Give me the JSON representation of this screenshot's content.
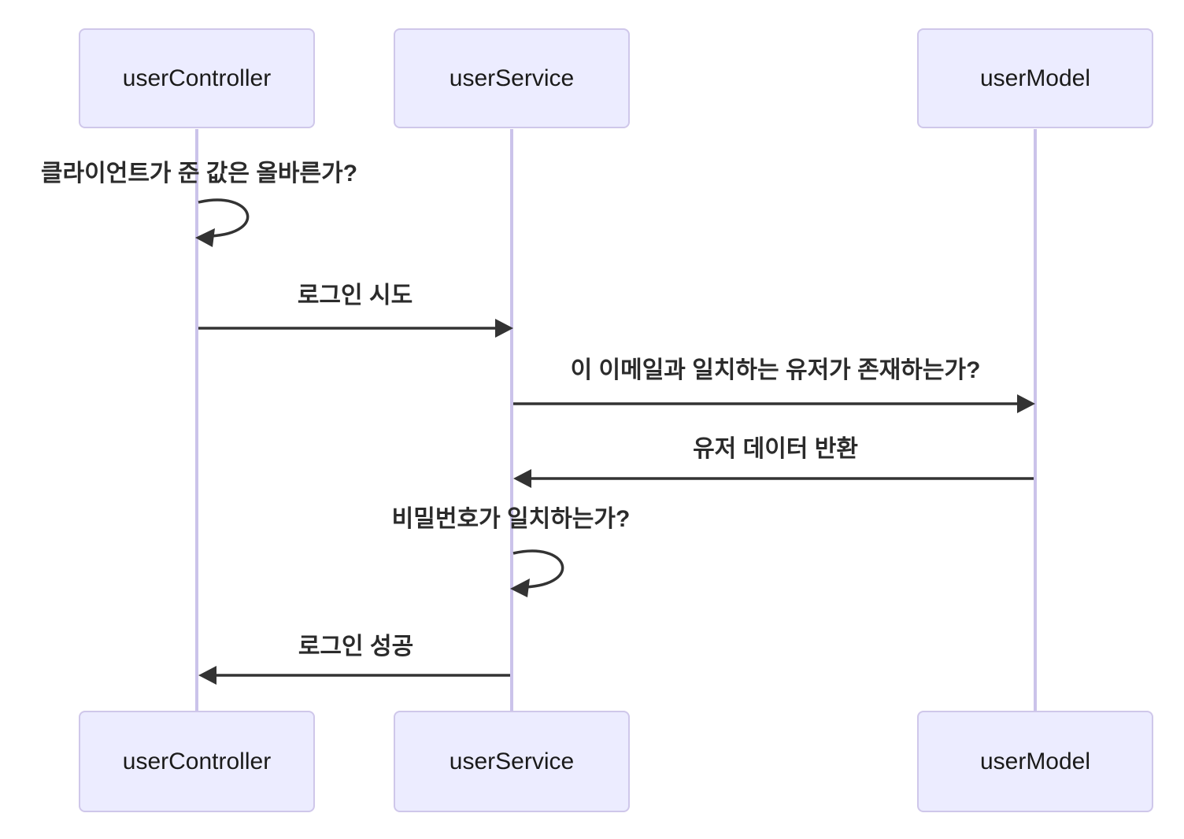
{
  "diagram": {
    "type": "sequence-diagram",
    "background": "#ffffff",
    "colors": {
      "actor_fill": "#ECECFF",
      "actor_border": "#CFC7EA",
      "actor_text": "#1a1a1a",
      "lifeline": "#CBC3EA",
      "arrow": "#333333",
      "message_text": "#2b2b2b"
    },
    "actors": [
      {
        "label": "userController"
      },
      {
        "label": "userService"
      },
      {
        "label": "userModel"
      }
    ],
    "messages": [
      {
        "from": "userController",
        "to": "userController",
        "kind": "self-loop",
        "text": "클라이언트가 준 값은 올바른가?"
      },
      {
        "from": "userController",
        "to": "userService",
        "kind": "solid-arrow",
        "text": "로그인 시도"
      },
      {
        "from": "userService",
        "to": "userModel",
        "kind": "solid-arrow",
        "text": "이 이메일과 일치하는 유저가 존재하는가?"
      },
      {
        "from": "userModel",
        "to": "userService",
        "kind": "solid-arrow",
        "text": "유저 데이터 반환"
      },
      {
        "from": "userService",
        "to": "userService",
        "kind": "self-loop",
        "text": "비밀번호가 일치하는가?"
      },
      {
        "from": "userService",
        "to": "userController",
        "kind": "solid-arrow",
        "text": "로그인 성공"
      }
    ]
  }
}
